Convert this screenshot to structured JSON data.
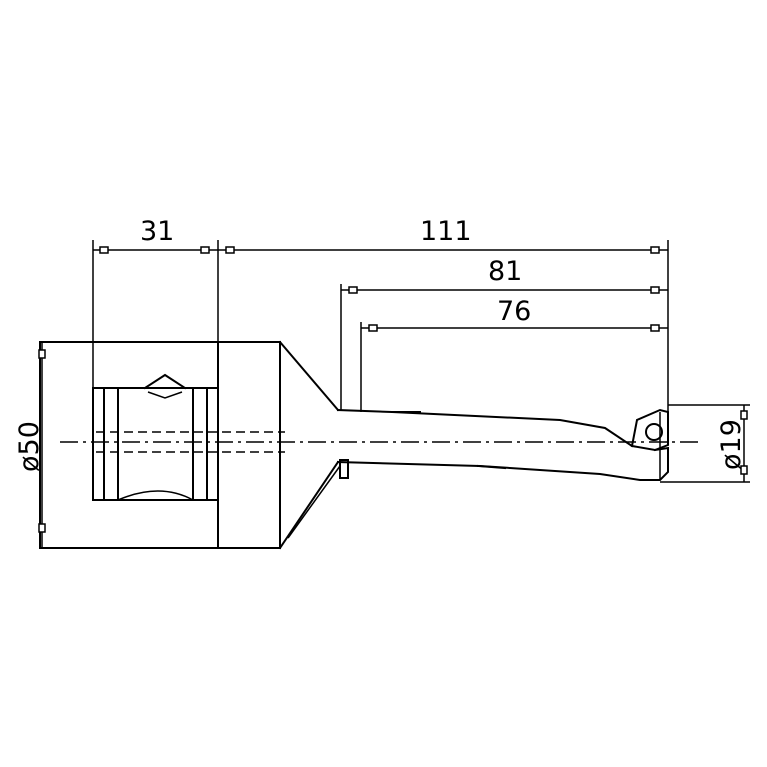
{
  "dimensions": {
    "shank_length": "31",
    "overall_length": "111",
    "flute_length": "81",
    "usable_length": "76",
    "shank_diameter": "ø50",
    "drill_diameter": "ø19"
  }
}
